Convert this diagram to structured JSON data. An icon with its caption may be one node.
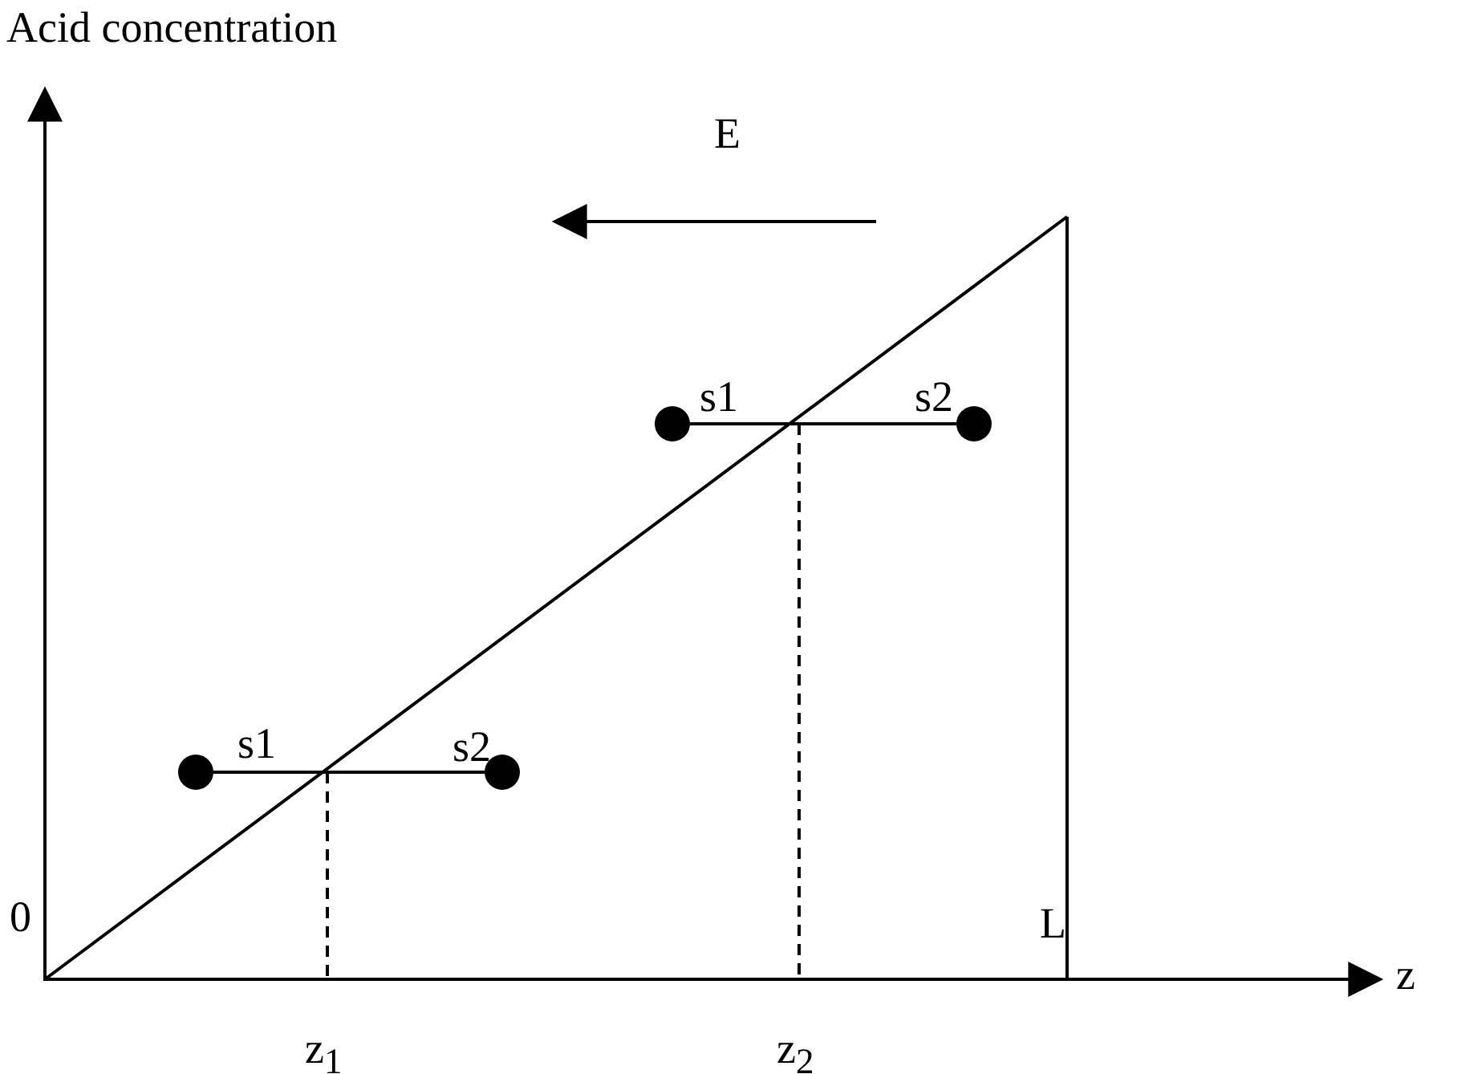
{
  "diagram": {
    "nodes": [
      {
        "text": [],
        "shape": "circle",
        "beside": [
          "s1"
        ]
      },
      {
        "text": [],
        "shape": "circle",
        "beside": [
          "s2"
        ]
      },
      {
        "text": [],
        "shape": "circle",
        "beside": [
          "s1"
        ]
      },
      {
        "text": [],
        "shape": "circle",
        "beside": [
          "s2"
        ]
      }
    ],
    "edges": [
      {
        "from": 0,
        "to": 1,
        "arrow": "none"
      },
      {
        "from": 2,
        "to": 3,
        "arrow": "none"
      }
    ],
    "labels": [
      "Acid concentration",
      "E",
      "0",
      "L",
      "z",
      "z$_{1}$",
      "z$_{2}$"
    ]
  }
}
